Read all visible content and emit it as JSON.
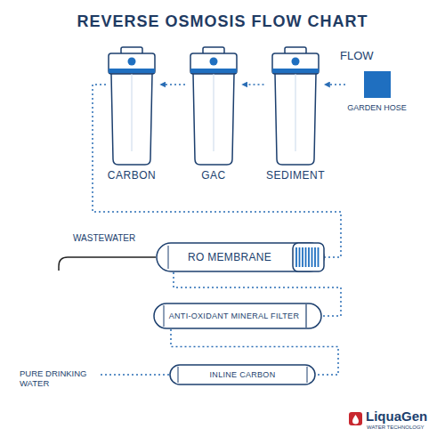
{
  "diagram": {
    "title": "REVERSE OSMOSIS FLOW CHART",
    "nodes": [
      {
        "text": [
          "CARBON"
        ]
      },
      {
        "text": [
          "GAC"
        ]
      },
      {
        "text": [
          "SEDIMENT"
        ]
      },
      {
        "text": [
          "GARDEN HOSE"
        ]
      },
      {
        "text": [
          "RO MEMBRANE"
        ]
      },
      {
        "text": [
          "ANTI-OXIDANT MINERAL FILTER"
        ]
      },
      {
        "text": [
          "INLINE CARBON"
        ]
      }
    ],
    "edges": [
      {
        "from": 3,
        "to": 2,
        "arrow": "to"
      },
      {
        "from": 2,
        "to": 1,
        "arrow": "to"
      },
      {
        "from": 1,
        "to": 0,
        "arrow": "to"
      },
      {
        "from": 0,
        "to": 4,
        "arrow": "none"
      },
      {
        "from": 4,
        "to": 5,
        "arrow": "none"
      },
      {
        "from": 5,
        "to": 6,
        "arrow": "none"
      }
    ],
    "labels": [
      "FLOW",
      "WASTEWATER",
      "PURE DRINKING WATER",
      "LiquaGen",
      "WATER TECHNOLOGY"
    ]
  }
}
